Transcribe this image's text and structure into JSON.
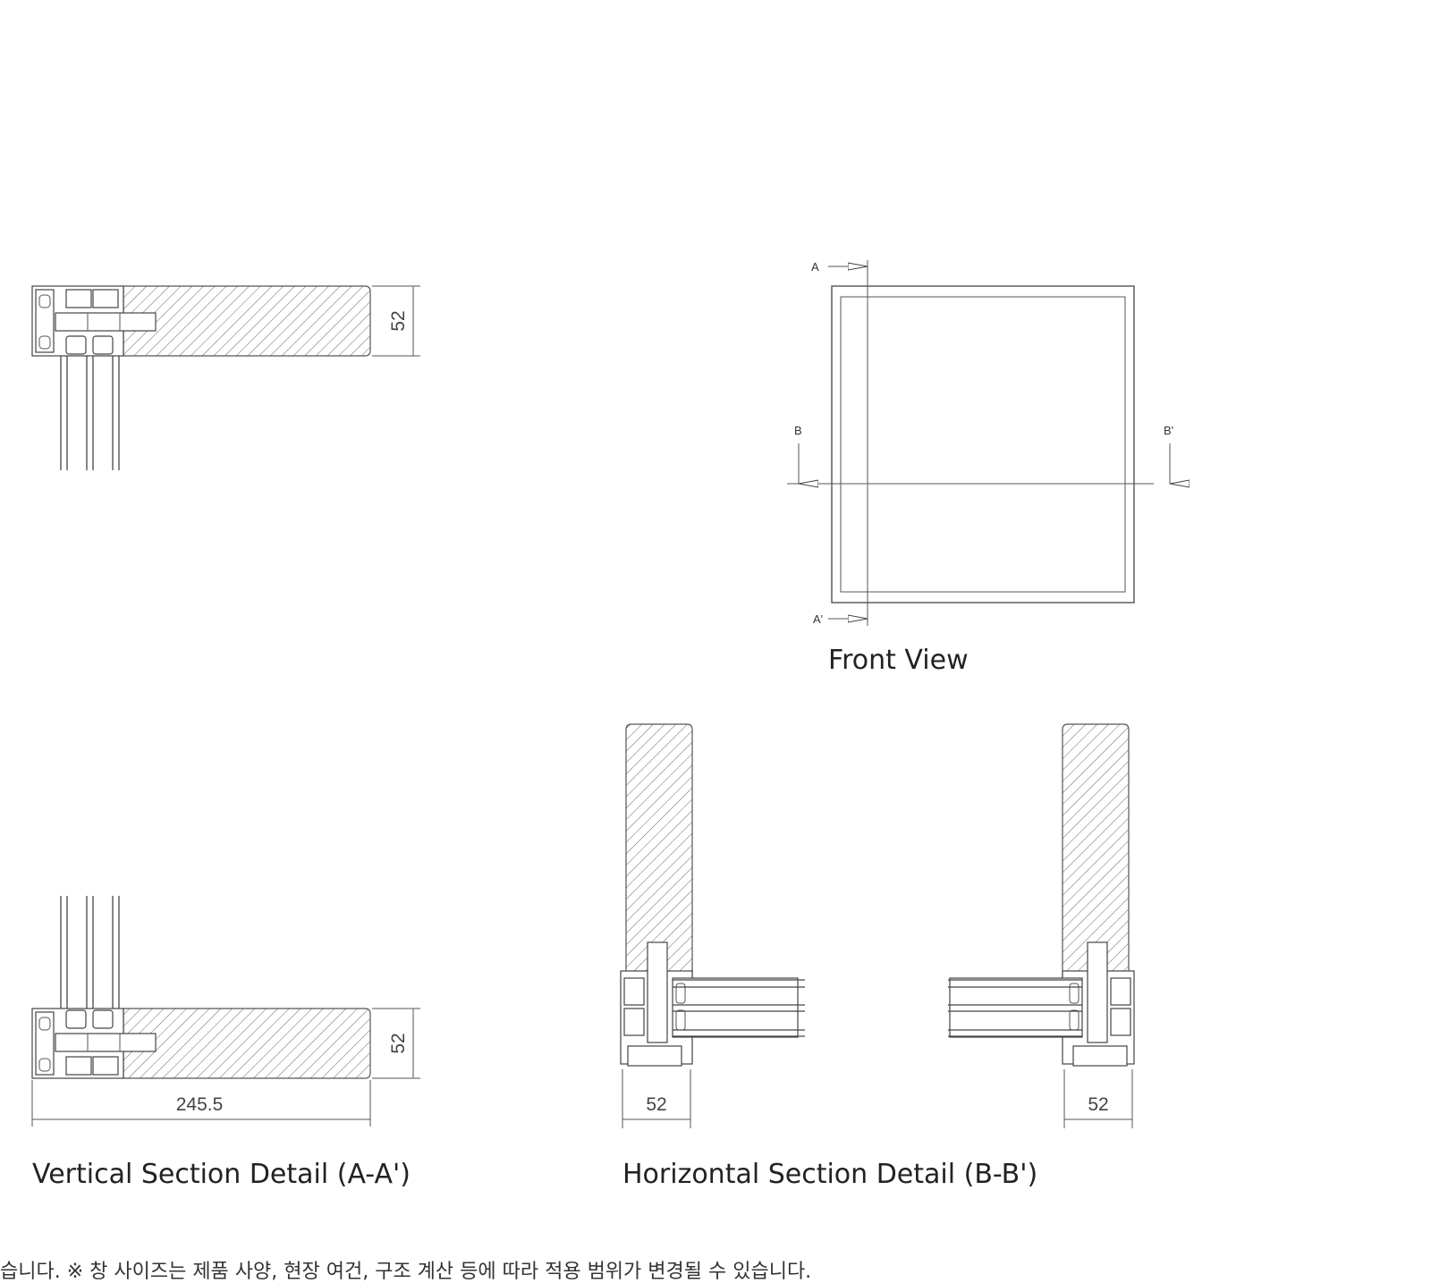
{
  "front_view": {
    "caption": "Front View",
    "section_a_start": "A",
    "section_a_end": "A'",
    "section_b_start": "B",
    "section_b_end": "B'"
  },
  "vertical_section": {
    "caption": "Vertical Section Detail (A-A')",
    "top_height_dim": "52",
    "bottom_height_dim": "52",
    "width_dim": "245.5"
  },
  "horizontal_section": {
    "caption": "Horizontal Section Detail (B-B')",
    "left_dim": "52",
    "right_dim": "52"
  },
  "footer_note": "습니다.   ※ 창 사이즈는 제품 사양, 현장 여건, 구조 계산 등에 따라 적용 범위가 변경될 수 있습니다."
}
